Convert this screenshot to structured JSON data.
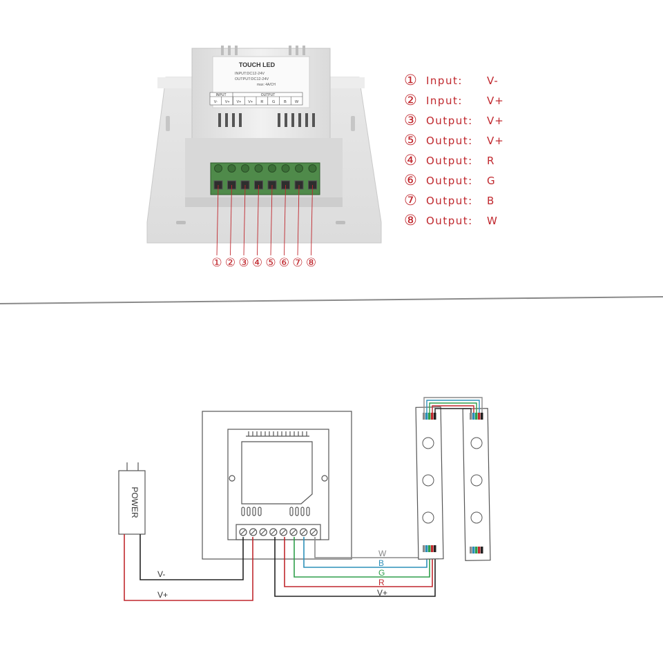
{
  "device_label": {
    "brand": "TOUCH LED",
    "input_spec": "INPUT:DC12-24V",
    "output_spec": "OUTPUT:DC12-24V",
    "max_spec": "max: 4A/CH",
    "group_input": "INPUT",
    "group_output": "OUTPUT",
    "terminals": [
      "V-",
      "V+",
      "V+",
      "V+",
      "R",
      "G",
      "B",
      "W"
    ]
  },
  "terminal_numbers": [
    "①",
    "②",
    "③",
    "④",
    "⑤",
    "⑥",
    "⑦",
    "⑧"
  ],
  "legend": [
    {
      "num": "①",
      "label": "Input:",
      "value": "V-"
    },
    {
      "num": "②",
      "label": "Input:",
      "value": "V+"
    },
    {
      "num": "③",
      "label": "Output:",
      "value": "V+"
    },
    {
      "num": "⑤",
      "label": "Output:",
      "value": "V+"
    },
    {
      "num": "④",
      "label": "Output:",
      "value": "R"
    },
    {
      "num": "⑥",
      "label": "Output:",
      "value": "G"
    },
    {
      "num": "⑦",
      "label": "Output:",
      "value": "B"
    },
    {
      "num": "⑧",
      "label": "Output:",
      "value": "W"
    }
  ],
  "wiring": {
    "power_label": "POWER",
    "vminus": "V-",
    "vplus": "V+",
    "w": "W",
    "b": "B",
    "g": "G",
    "r": "R",
    "vplus_strip": "V+"
  },
  "colors": {
    "legend_red": "#c0272d",
    "wire_white": "#8a8a8a",
    "wire_blue": "#2b8fb8",
    "wire_green": "#2e9e4a",
    "wire_red": "#c0272d",
    "wire_black": "#222222",
    "terminal_green": "#4f8a4a"
  }
}
